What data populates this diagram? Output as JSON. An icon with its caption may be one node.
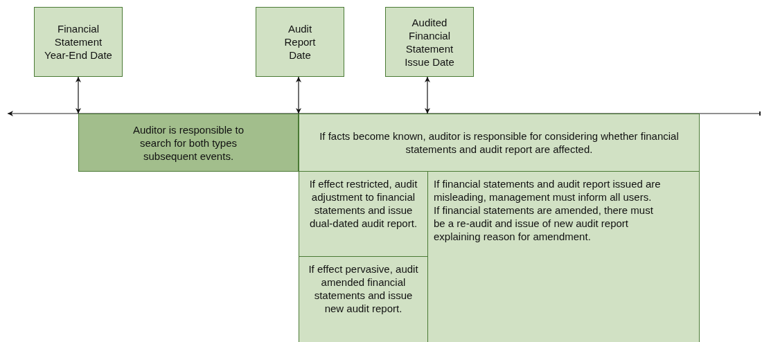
{
  "diagram": {
    "nodes": [
      {
        "text": [
          "Financial Statement Year-End Date"
        ]
      },
      {
        "text": [
          "Audit Report Date"
        ]
      },
      {
        "text": [
          "Audited Financial Statement Issue Date"
        ]
      },
      {
        "text": [
          "Auditor is responsible to search for both types subsequent events."
        ]
      },
      {
        "text": [
          "If facts become known, auditor is responsible for considering whether financial statements and audit report are affected."
        ]
      },
      {
        "text": [
          "If effect restricted, audit adjustment to financial statements and issue dual-dated audit report."
        ]
      },
      {
        "text": [
          "If effect pervasive, audit amended financial statements and issue new audit report."
        ]
      },
      {
        "text": [
          "If financial statements and audit report issued are misleading, management must inform all users.",
          "If financial statements are amended, there must be a re-audit and issue of new audit report explaining reason for amendment."
        ]
      }
    ],
    "edges": [
      {
        "from": 0,
        "to": 3,
        "arrow": "both"
      },
      {
        "from": 1,
        "to": 3,
        "arrow": "both"
      },
      {
        "from": 2,
        "to": 4,
        "arrow": "both"
      }
    ]
  }
}
